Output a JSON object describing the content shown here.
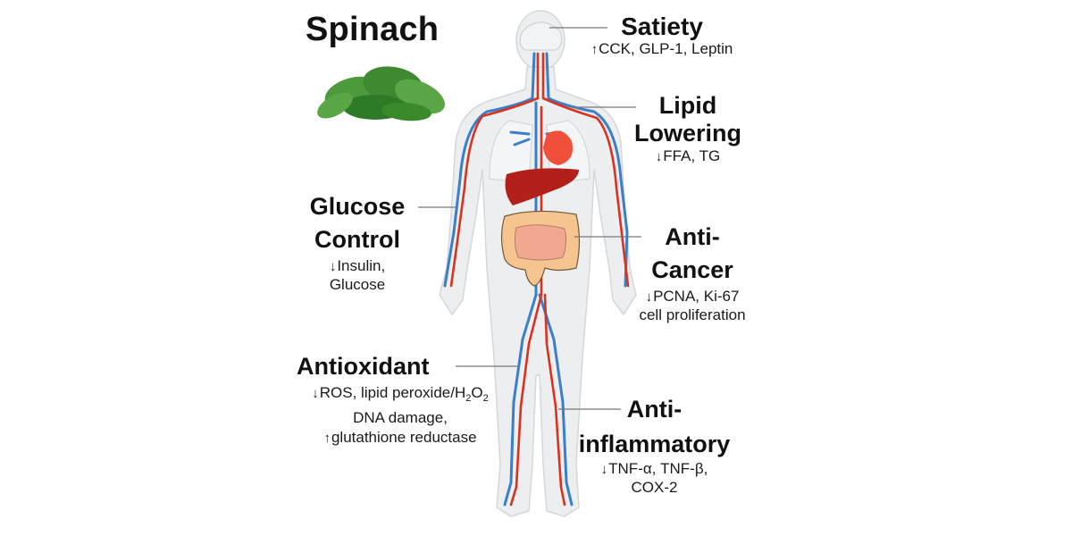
{
  "title": "Spinach",
  "colors": {
    "artery": "#d9321f",
    "vein": "#3a7fc8",
    "heart": "#f0503a",
    "liver": "#b3201c",
    "intestine": "#f5c48f",
    "body": "#eceeef",
    "leaf": "#4d9a3c"
  },
  "labels": {
    "satiety": {
      "heading": "Satiety",
      "arrow": "↑",
      "detail": "CCK, GLP-1, Leptin"
    },
    "lipid": {
      "heading_line1": "Lipid",
      "heading_line2": "Lowering",
      "arrow": "↓",
      "detail": "FFA, TG"
    },
    "glucose": {
      "heading_line1": "Glucose",
      "heading_line2": "Control",
      "arrow": "↓",
      "detail_line1": "Insulin,",
      "detail_line2": "Glucose"
    },
    "cancer": {
      "heading_line1": "Anti-",
      "heading_line2": "Cancer",
      "arrow": "↓",
      "detail_line1": "PCNA, Ki-67",
      "detail_line2": "cell proliferation"
    },
    "antioxidant": {
      "heading": "Antioxidant",
      "arrow_down": "↓",
      "detail_line1_a": "ROS, lipid peroxide/H",
      "sub_2a": "2",
      "detail_line1_b": "O",
      "sub_2b": "2",
      "detail_line2": "DNA damage,",
      "arrow_up": "↑",
      "detail_line3": "glutathione reductase"
    },
    "inflammatory": {
      "heading_line1": "Anti-",
      "heading_line2": "inflammatory",
      "arrow": "↓",
      "detail_line1": "TNF-α, TNF-β,",
      "detail_line2": "COX-2"
    }
  }
}
